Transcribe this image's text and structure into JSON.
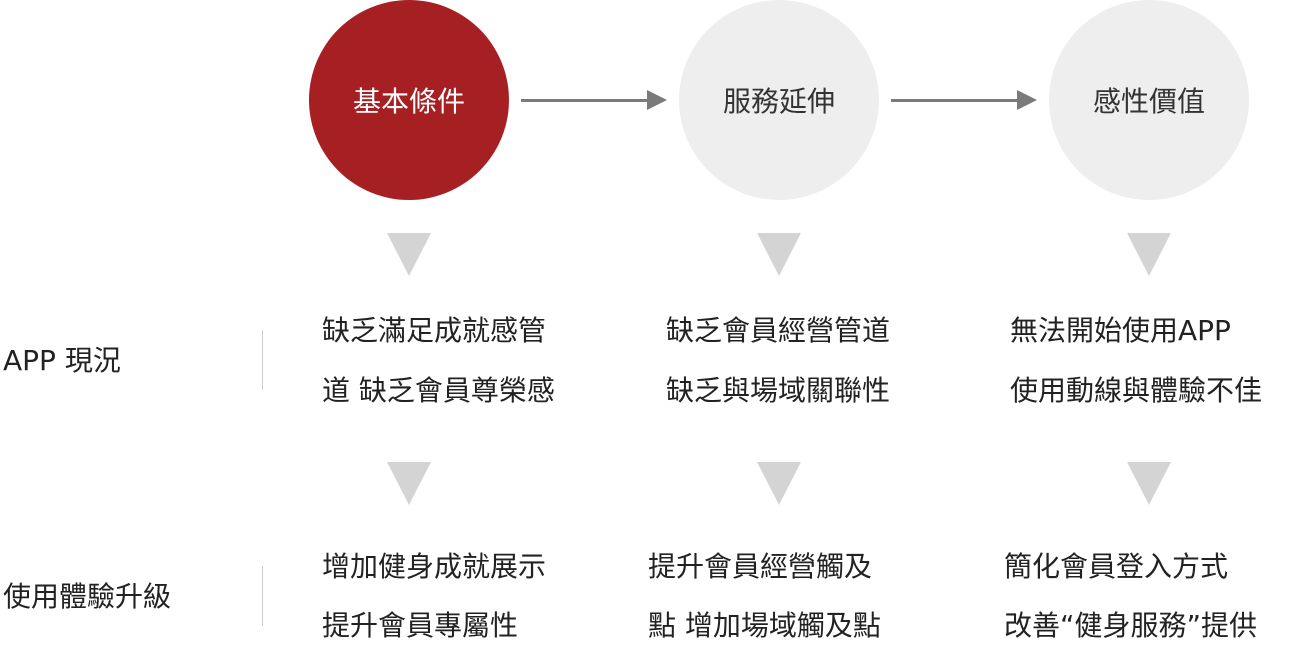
{
  "steps": [
    {
      "label": "基本條件"
    },
    {
      "label": "服務延伸"
    },
    {
      "label": "感性價值"
    }
  ],
  "rows": [
    {
      "label": "APP 現況",
      "cols": [
        [
          "缺乏滿足成就感管",
          "道 缺乏會員尊榮感"
        ],
        [
          "缺乏會員經營管道",
          "缺乏與場域關聯性"
        ],
        [
          "無法開始使用APP",
          "使用動線與體驗不佳"
        ]
      ]
    },
    {
      "label": "使用體驗升級",
      "cols": [
        [
          "增加健身成就展示",
          "提升會員專屬性"
        ],
        [
          "提升會員經營觸及",
          "點 增加場域觸及點"
        ],
        [
          "簡化會員登入方式",
          "改善“健身服務”提供"
        ]
      ]
    }
  ],
  "colors": {
    "active": "#a61f22",
    "inactive": "#eeeeee",
    "triangle": "#d4d4d4",
    "arrow": "#7a7a7a"
  }
}
